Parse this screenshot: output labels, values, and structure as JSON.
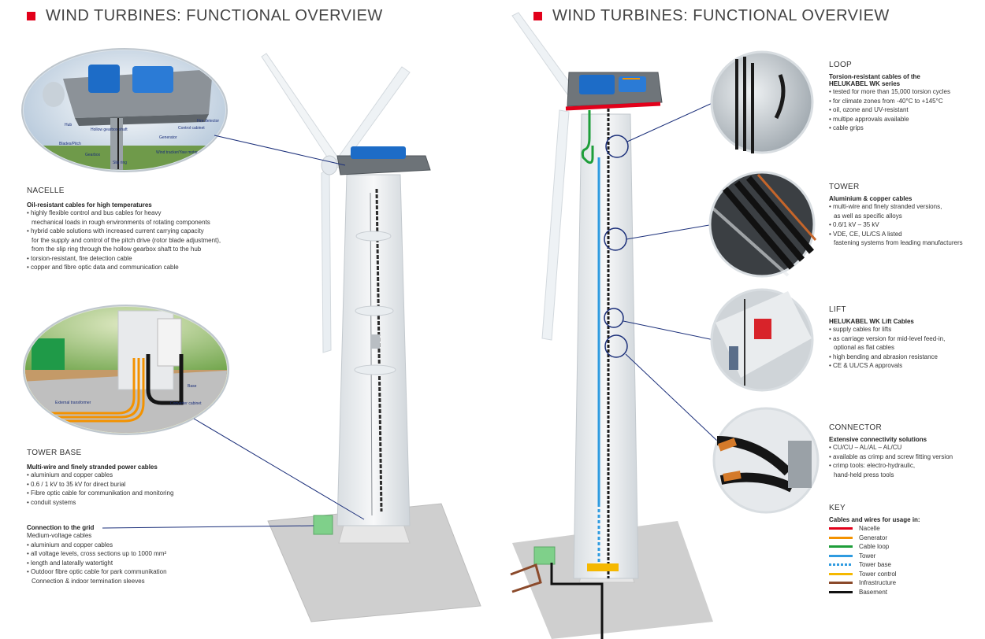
{
  "left": {
    "title": "WIND TURBINES: FUNCTIONAL OVERVIEW",
    "nacelle_callouts": [
      "Hub",
      "Blades/Pitch",
      "Hollow gearbox shaft",
      "Gearbox",
      "Slip ring",
      "Generator",
      "Fire detector",
      "Control cabinet",
      "Wind tracker/Yaw motor"
    ],
    "base_callouts": [
      "External transformer",
      "Base",
      "Converter cabinet"
    ],
    "nacelle": {
      "heading": "NACELLE",
      "subheading": "Oil-resistant cables for high temperatures",
      "lines": [
        "• highly flexible control and bus cables for heavy",
        "  mechanical loads in rough environments of rotating components",
        "• hybrid cable solutions with increased current carrying capacity",
        "  for the supply and control of the pitch drive (rotor blade adjustment),",
        "  from the slip ring through the hollow gearbox shaft to the hub",
        "• torsion-resistant, fire detection cable",
        "• copper and fibre optic data and communication cable"
      ]
    },
    "tower_base": {
      "heading": "TOWER BASE",
      "subheading": "Multi-wire and finely stranded power cables",
      "lines": [
        "• aluminium and copper cables",
        "• 0.6 / 1 kV to 35 kV for direct burial",
        "• Fibre optic cable for communikation and monitoring",
        "• conduit systems"
      ]
    },
    "grid": {
      "subheading": "Connection to the grid",
      "lines": [
        "Medium-voltage cables",
        "• aluminium and copper cables",
        "• all voltage levels, cross sections up to 1000 mm²",
        "• length and laterally watertight",
        "• Outdoor fibre optic cable for park communikation",
        "  Connection & indoor termination sleeves"
      ]
    }
  },
  "right": {
    "title": "WIND TURBINES: FUNCTIONAL OVERVIEW",
    "loop": {
      "heading": "LOOP",
      "subheading_1": "Torsion-resistant cables of the",
      "subheading_2": "HELUKABEL WK series",
      "lines": [
        "• tested for more than 15,000 torsion cycles",
        "• for climate zones from -40°C to +145°C",
        "• oil, ozone and UV-resistant",
        "• multipe approvals available",
        "• cable grips"
      ]
    },
    "tower": {
      "heading": "TOWER",
      "subheading": "Aluminium & copper cables",
      "lines": [
        "• multi-wire and finely stranded versions,",
        "  as well as specific alloys",
        "• 0.6/1 kV – 35 kV",
        "• VDE, CE, UL/CS A listed",
        "  fastening systems from leading manufacturers"
      ]
    },
    "lift": {
      "heading": "LIFT",
      "subheading": "HELUKABEL WK Lift Cables",
      "lines": [
        "• supply cables for lifts",
        "• as carriage version for mid-level feed-in,",
        "  optional as flat cables",
        "• high bending and abrasion resistance",
        "• CE & UL/CS A approvals"
      ]
    },
    "connector": {
      "heading": "CONNECTOR",
      "subheading": "Extensive connectivity solutions",
      "lines": [
        "• CU/CU – AL/AL – AL/CU",
        "• available as crimp and screw fitting version",
        "• crimp tools: electro-hydraulic,",
        "  hand-held press tools"
      ]
    },
    "key": {
      "heading": "KEY",
      "subheading": "Cables and wires for usage in:",
      "items": [
        {
          "label": "Nacelle",
          "color": "#e2001a",
          "dashed": false
        },
        {
          "label": "Generator",
          "color": "#f39200",
          "dashed": false
        },
        {
          "label": "Cable loop",
          "color": "#1e9e3a",
          "dashed": false
        },
        {
          "label": "Tower",
          "color": "#2f9be0",
          "dashed": false
        },
        {
          "label": "Tower base",
          "color": "#2f9be0",
          "dashed": true
        },
        {
          "label": "Tower control",
          "color": "#f5b800",
          "dashed": false
        },
        {
          "label": "Infrastructure",
          "color": "#8b4a2b",
          "dashed": false
        },
        {
          "label": "Basement",
          "color": "#111111",
          "dashed": false
        }
      ]
    }
  },
  "colors": {
    "accent": "#e2001a",
    "callout_line": "#1b2f7a",
    "ground": "#c9c9c9"
  }
}
